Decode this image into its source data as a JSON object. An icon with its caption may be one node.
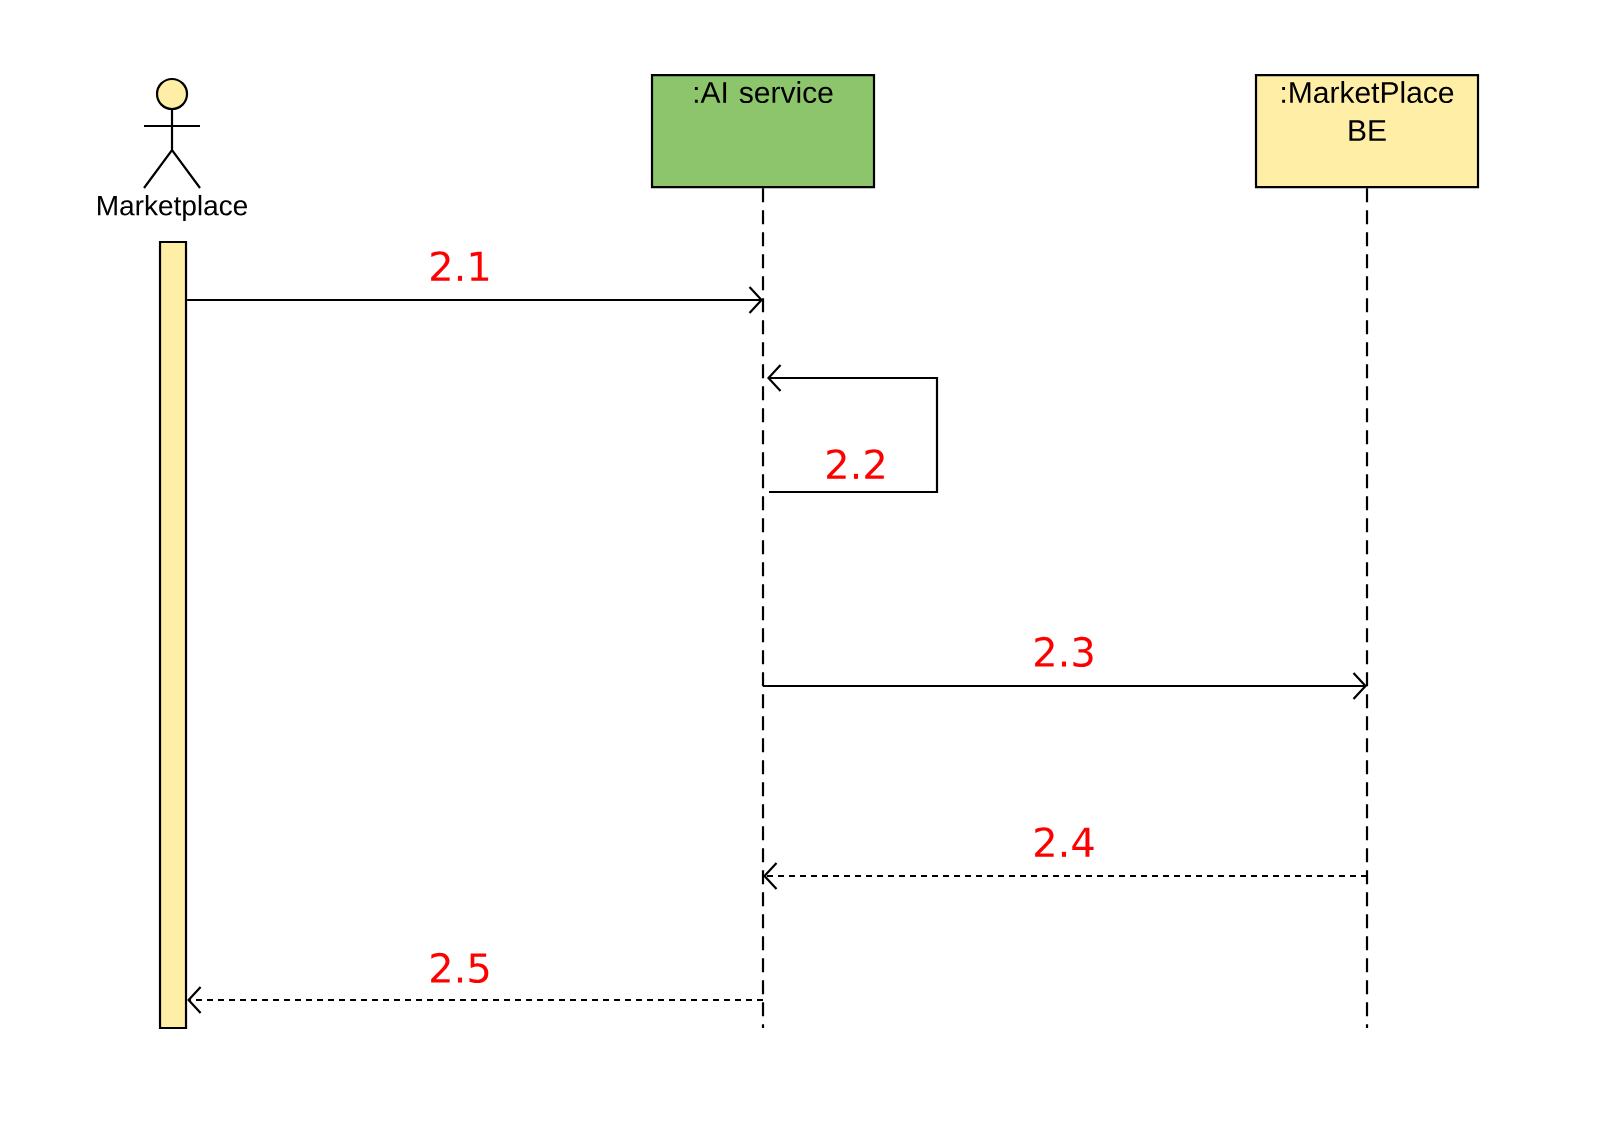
{
  "diagram": {
    "nodes": [
      {
        "text": [
          "Marketplace"
        ]
      },
      {
        "text": [],
        "shape": "bar"
      },
      {
        "text": [
          ":AI service"
        ]
      },
      {
        "text": [
          ":MarketPlace BE"
        ]
      }
    ],
    "edges": [
      {
        "from": 1,
        "to": 2,
        "arrow": "to",
        "label": "2.1"
      },
      {
        "from": 2,
        "to": 2,
        "arrow": "to",
        "label": "2.2"
      },
      {
        "from": 2,
        "to": 3,
        "arrow": "to",
        "label": "2.3"
      },
      {
        "from": 3,
        "to": 2,
        "arrow": "to",
        "label": "2.4",
        "style": "dashed"
      },
      {
        "from": 2,
        "to": 1,
        "arrow": "to",
        "label": "2.5",
        "style": "dashed"
      }
    ]
  }
}
